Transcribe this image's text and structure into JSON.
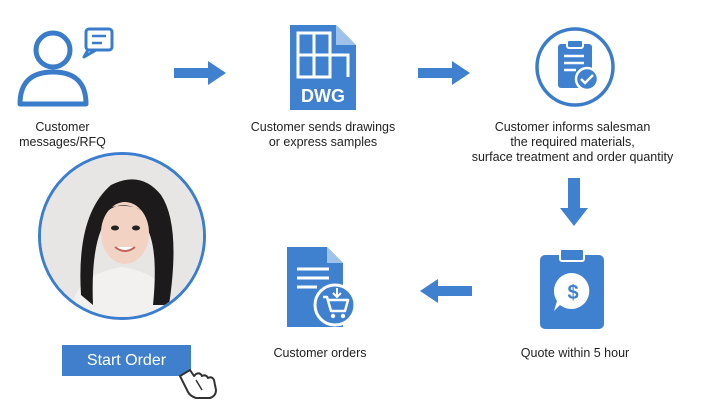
{
  "colors": {
    "accent": "#3f80cf",
    "outline": "#3a7cc9",
    "background": "#ffffff"
  },
  "steps": [
    {
      "label": "Customer\nmessages/RFQ",
      "icon": "customer-message-icon"
    },
    {
      "label": "Customer sends drawings\nor express samples",
      "icon": "dwg-file-icon",
      "file_tag": "DWG"
    },
    {
      "label": "Customer informs salesman\nthe required materials,\nsurface treatment and order quantity",
      "icon": "clipboard-check-icon"
    },
    {
      "label": "Quote within 5 hour",
      "icon": "dollar-clipboard-icon",
      "symbol": "$"
    },
    {
      "label": "Customer orders",
      "icon": "document-cart-icon"
    }
  ],
  "arrows": [
    "arrow-right-icon",
    "arrow-right-icon",
    "arrow-down-icon",
    "arrow-left-icon"
  ],
  "cta": {
    "label": "Start Order",
    "icon": "hand-pointer-icon"
  },
  "photo": {
    "icon": "customer-service-woman-photo"
  }
}
